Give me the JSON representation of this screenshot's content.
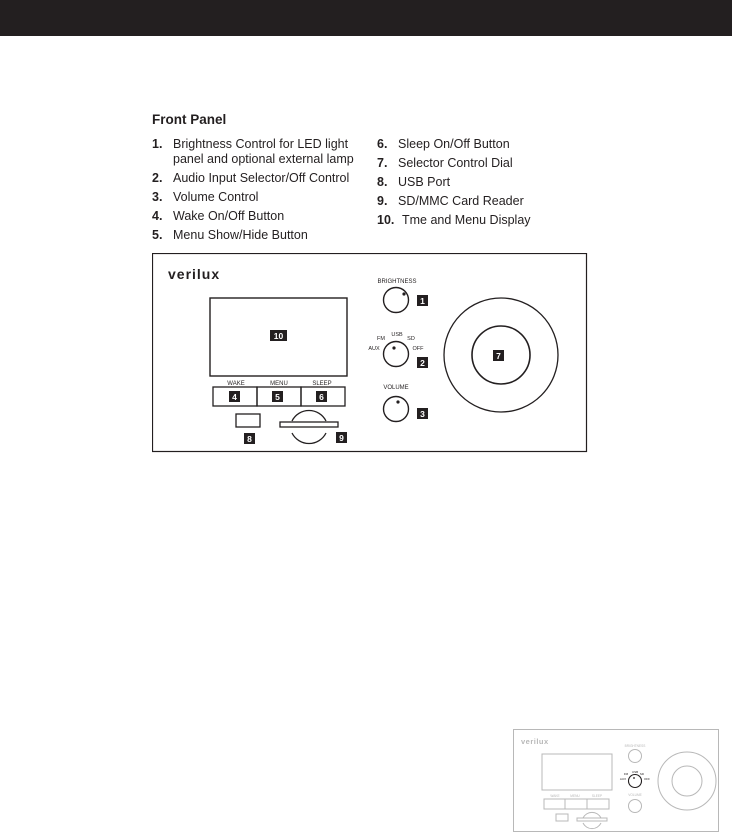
{
  "section_title": "Front Panel",
  "items_left": [
    {
      "num": "1.",
      "lines": [
        "Brightness Control for LED light",
        "panel and optional external lamp"
      ]
    },
    {
      "num": "2.",
      "lines": [
        "Audio Input Selector/Off Control"
      ]
    },
    {
      "num": "3.",
      "lines": [
        "Volume Control"
      ]
    },
    {
      "num": "4.",
      "lines": [
        "Wake On/Off Button"
      ]
    },
    {
      "num": "5.",
      "lines": [
        "Menu Show/Hide Button"
      ]
    }
  ],
  "items_right": [
    {
      "num": "6.",
      "lines": [
        "Sleep On/Off Button"
      ]
    },
    {
      "num": "7.",
      "lines": [
        "Selector Control Dial"
      ]
    },
    {
      "num": "8.",
      "lines": [
        "USB Port"
      ]
    },
    {
      "num": "9.",
      "lines": [
        "SD/MMC Card Reader"
      ]
    },
    {
      "num": "10.",
      "lines": [
        "Tme and Menu Display"
      ]
    }
  ],
  "panel": {
    "brand": "verilux",
    "labels": {
      "brightness": "BRIGHTNESS",
      "fm": "FM",
      "usb": "USB",
      "sd": "SD",
      "aux": "AUX",
      "off": "OFF",
      "volume": "VOLUME",
      "wake": "WAKE",
      "menu": "MENU",
      "sleep": "SLEEP"
    },
    "badges": {
      "b1": "1",
      "b2": "2",
      "b3": "3",
      "b4": "4",
      "b5": "5",
      "b6": "6",
      "b7": "7",
      "b8": "8",
      "b9": "9",
      "b10": "10"
    }
  },
  "colors": {
    "ink": "#231f20",
    "topbar": "#231f20",
    "thumb_line": "#b8b8b8"
  }
}
